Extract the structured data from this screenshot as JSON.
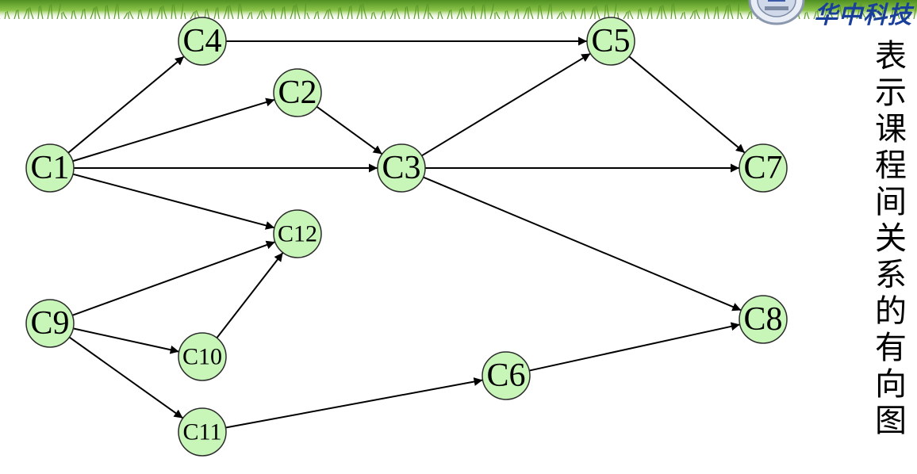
{
  "header": {
    "logo_text": "华中科技",
    "colors": {
      "banner_green": "#6aa832",
      "banner_light": "#cfe7a8",
      "logo_blue": "#1a3f9a"
    }
  },
  "caption": {
    "text": "表示课程间关系的有向图"
  },
  "diagram": {
    "node_fill": "#c8f5b8",
    "node_stroke": "#2b2b2b",
    "edge_color": "#000000",
    "nodes": [
      {
        "id": "C1",
        "label": "C1"
      },
      {
        "id": "C2",
        "label": "C2"
      },
      {
        "id": "C3",
        "label": "C3"
      },
      {
        "id": "C4",
        "label": "C4"
      },
      {
        "id": "C5",
        "label": "C5"
      },
      {
        "id": "C6",
        "label": "C6"
      },
      {
        "id": "C7",
        "label": "C7"
      },
      {
        "id": "C8",
        "label": "C8"
      },
      {
        "id": "C9",
        "label": "C9"
      },
      {
        "id": "C10",
        "label": "C10"
      },
      {
        "id": "C11",
        "label": "C11"
      },
      {
        "id": "C12",
        "label": "C12"
      }
    ],
    "edges": [
      {
        "from": "C1",
        "to": "C4"
      },
      {
        "from": "C1",
        "to": "C2"
      },
      {
        "from": "C1",
        "to": "C3"
      },
      {
        "from": "C1",
        "to": "C12"
      },
      {
        "from": "C4",
        "to": "C5"
      },
      {
        "from": "C2",
        "to": "C3"
      },
      {
        "from": "C3",
        "to": "C5"
      },
      {
        "from": "C3",
        "to": "C7"
      },
      {
        "from": "C3",
        "to": "C8"
      },
      {
        "from": "C5",
        "to": "C7"
      },
      {
        "from": "C9",
        "to": "C12"
      },
      {
        "from": "C9",
        "to": "C10"
      },
      {
        "from": "C9",
        "to": "C11"
      },
      {
        "from": "C10",
        "to": "C12"
      },
      {
        "from": "C11",
        "to": "C6"
      },
      {
        "from": "C6",
        "to": "C8"
      }
    ]
  }
}
